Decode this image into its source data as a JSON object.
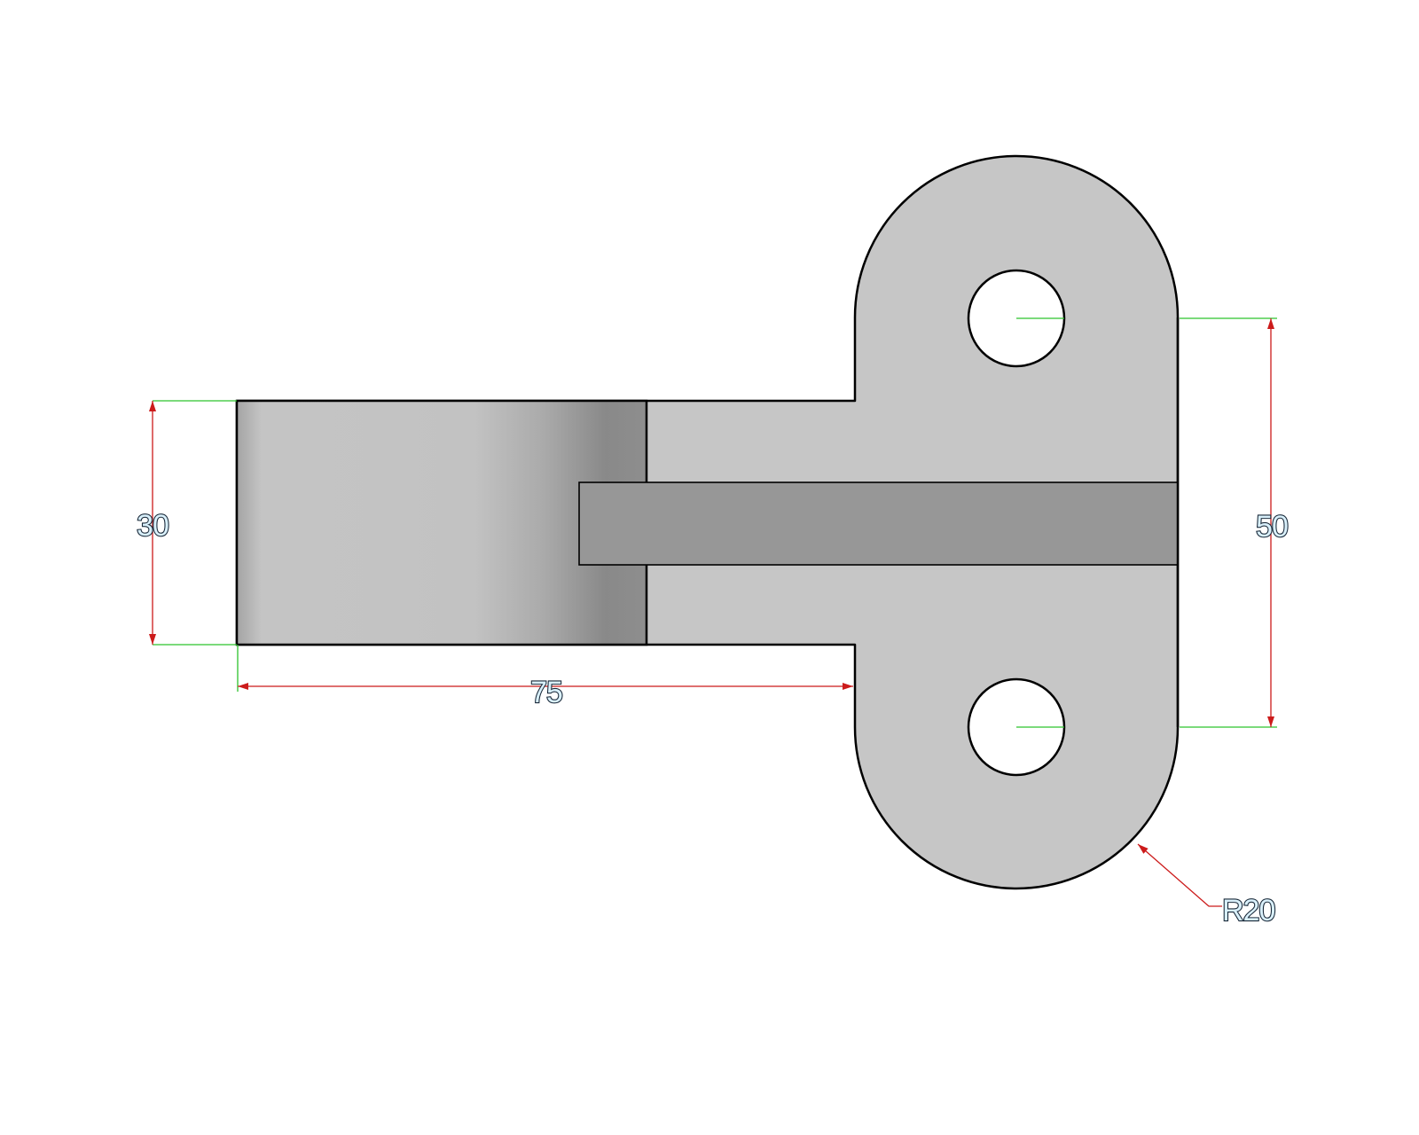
{
  "drawing": {
    "type": "technical-drawing",
    "view": "front view of hinge bracket",
    "colors": {
      "background": "#ffffff",
      "part_fill": "#c6c6c6",
      "bar_fill": "#979797",
      "outline": "#000000",
      "dimension_line": "#cc1b1b",
      "extension_line": "#2cc42c",
      "dimension_text_fill": "#d9f0fb",
      "dimension_text_outline": "#1a2a3a"
    }
  },
  "dimensions": {
    "height_left": {
      "label": "30",
      "orientation": "vertical"
    },
    "length_bottom": {
      "label": "75",
      "orientation": "horizontal"
    },
    "hole_spacing_right": {
      "label": "50",
      "orientation": "vertical"
    },
    "radius": {
      "label": "R20",
      "orientation": "leader"
    }
  },
  "features": {
    "cylinder_boss": "shaded cylindrical face",
    "center_bar": "rectangular rib",
    "mounting_plate": "slotted plate with rounded ends",
    "holes": 2
  }
}
